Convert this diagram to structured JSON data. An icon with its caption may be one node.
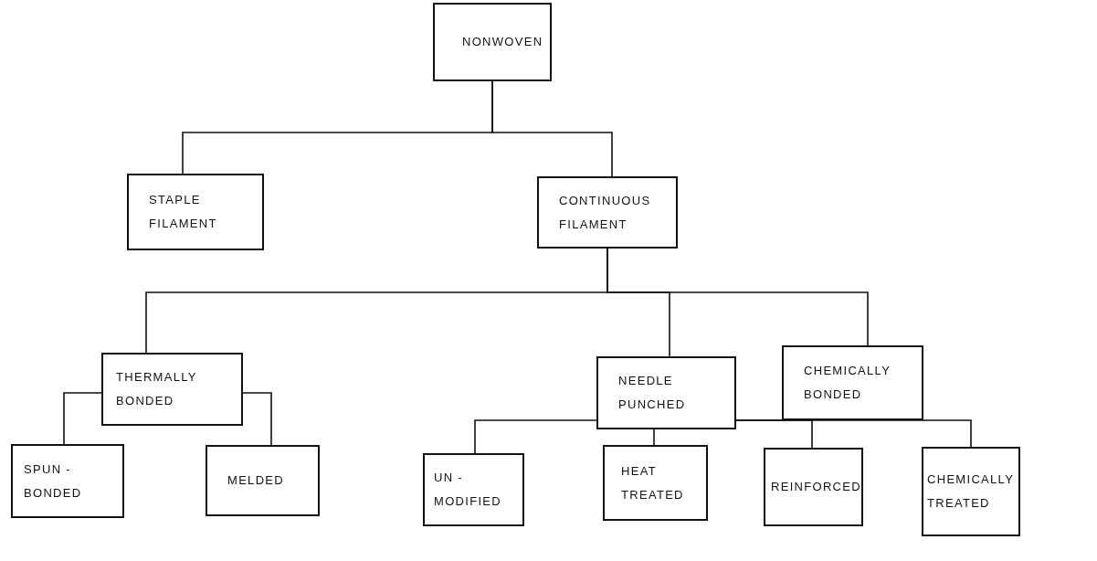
{
  "diagram": {
    "nodes": [
      {
        "text": [
          "NONWOVEN"
        ]
      },
      {
        "text": [
          "STAPLE FILAMENT"
        ]
      },
      {
        "text": [
          "CONTINUOUS FILAMENT"
        ]
      },
      {
        "text": [
          "THERMALLY BONDED"
        ]
      },
      {
        "text": [
          "NEEDLE PUNCHED"
        ]
      },
      {
        "text": [
          "CHEMICALLY BONDED"
        ]
      },
      {
        "text": [
          "SPUN - BONDED"
        ]
      },
      {
        "text": [
          "MELDED"
        ]
      },
      {
        "text": [
          "UN - MODIFIED"
        ]
      },
      {
        "text": [
          "HEAT TREATED"
        ]
      },
      {
        "text": [
          "REINFORCED"
        ]
      },
      {
        "text": [
          "CHEMICALLY TREATED"
        ]
      }
    ],
    "edges": [
      {
        "from": 0,
        "to": 1,
        "arrow": "none"
      },
      {
        "from": 0,
        "to": 2,
        "arrow": "none"
      },
      {
        "from": 2,
        "to": 3,
        "arrow": "none"
      },
      {
        "from": 2,
        "to": 4,
        "arrow": "none"
      },
      {
        "from": 2,
        "to": 5,
        "arrow": "none"
      },
      {
        "from": 3,
        "to": 6,
        "arrow": "none"
      },
      {
        "from": 3,
        "to": 7,
        "arrow": "none"
      },
      {
        "from": 4,
        "to": 8,
        "arrow": "none"
      },
      {
        "from": 4,
        "to": 9,
        "arrow": "none"
      },
      {
        "from": 4,
        "to": 10,
        "arrow": "none"
      },
      {
        "from": 4,
        "to": 11,
        "arrow": "none"
      }
    ]
  }
}
